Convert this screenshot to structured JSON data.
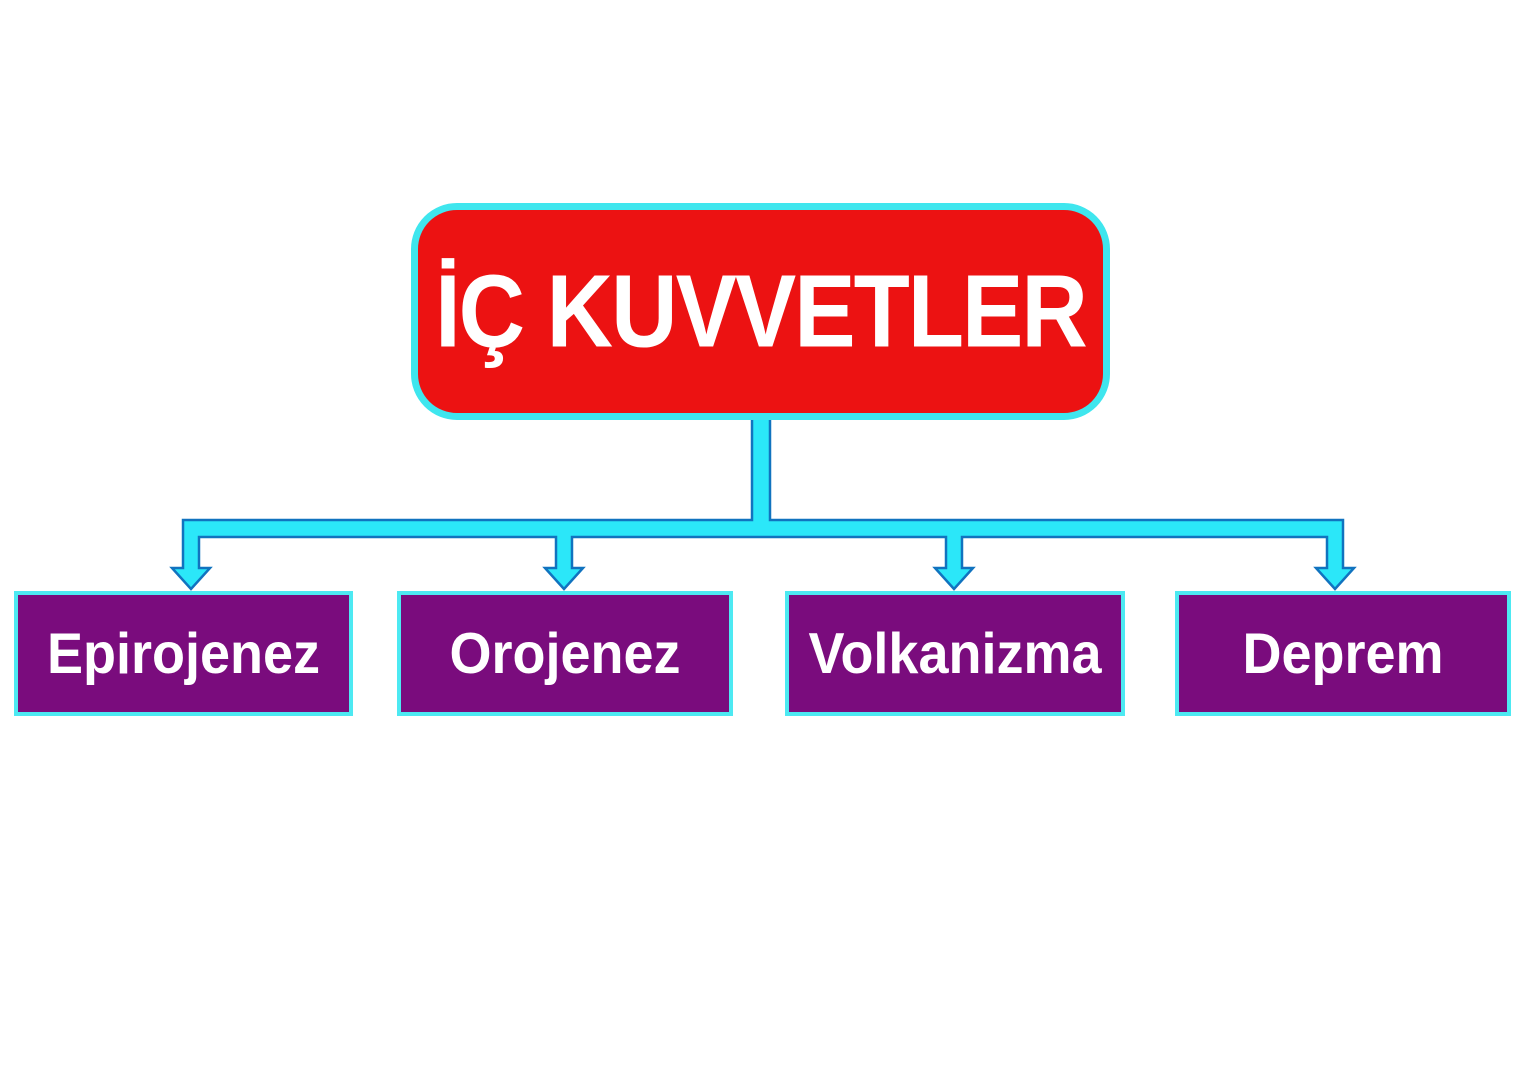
{
  "diagram": {
    "title": "İÇ KUVVETLER",
    "root": {
      "label": "İÇ KUVVETLER",
      "fill_color": "#ec1212",
      "border_color": "#3fe6ee",
      "text_color": "#ffffff"
    },
    "children": [
      {
        "label": "Epirojenez"
      },
      {
        "label": "Orojenez"
      },
      {
        "label": "Volkanizma"
      },
      {
        "label": "Deprem"
      }
    ],
    "child_style": {
      "fill_color": "#7a0c7d",
      "border_color": "#4de9f2",
      "text_color": "#ffffff"
    },
    "connector": {
      "fill_color": "#2be7f9",
      "outline_color": "#1173bf"
    },
    "background_color": "#ffffff"
  }
}
